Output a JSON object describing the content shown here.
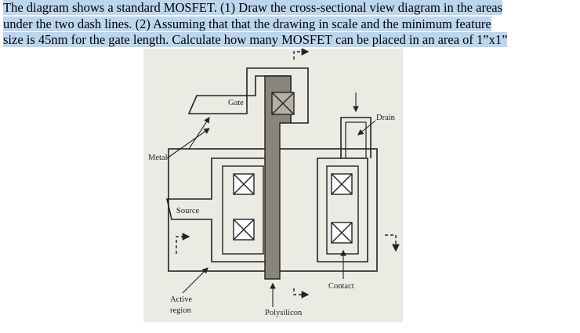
{
  "question": {
    "line1_a": "The diagram shows a standard MOSFET.  (1) Draw the cross",
    "line1_b": "-sectional view diagram in the areas",
    "line2": "under the two dash lines. (2) Assuming that that the drawing in scale and the minimum feature",
    "line3": "size is 45nm for the gate length.  Calculate how many MOSFET can be placed in an area of 1”x1”"
  },
  "figure": {
    "labels": {
      "gate": "Gate",
      "drain": "Drain",
      "metal": "Metal",
      "source": "Source",
      "contact": "Contact",
      "active_line1": "Active",
      "active_line2": "region",
      "polysilicon": "Polysilicon"
    },
    "colors": {
      "polysilicon_fill": "#8a857b",
      "background": "#ebebe3",
      "highlight": "#bcd6ee"
    }
  }
}
